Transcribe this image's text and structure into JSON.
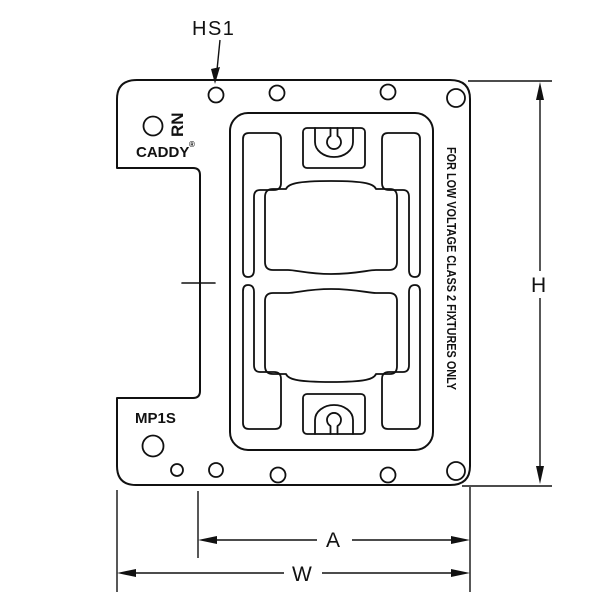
{
  "diagram": {
    "dimension_labels": {
      "hs1": "HS1",
      "height": "H",
      "width_inner": "A",
      "width_overall": "W"
    },
    "plate_markings": {
      "rn": "RN",
      "brand": "CADDY",
      "registered": "®",
      "model": "MP1S",
      "warning": "FOR LOW VOLTAGE CLASS 2 FIXTURES ONLY"
    },
    "colors": {
      "line": "#111111",
      "background": "#ffffff"
    }
  }
}
